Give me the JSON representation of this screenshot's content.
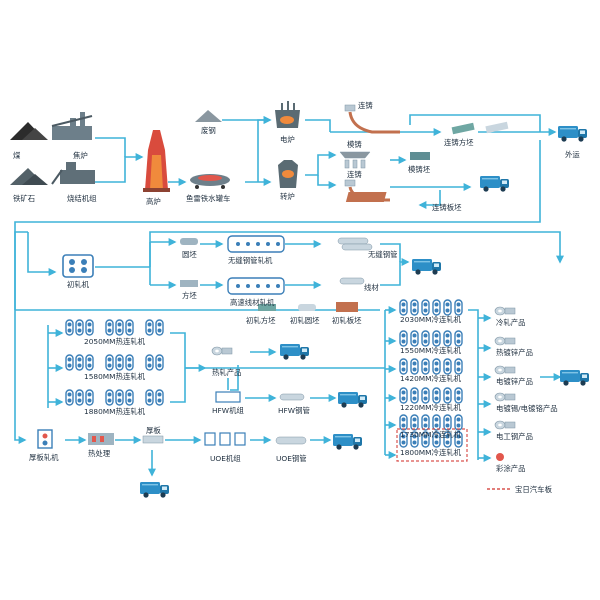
{
  "colors": {
    "flow": "#3fb3d9",
    "truck": "#2d8fc7",
    "legend_dash": "#d9534f",
    "brick": "#c2704e",
    "coal": "#333333",
    "ore": "#5a6b73",
    "furnace": "#e2574c"
  },
  "raw": {
    "coal": "煤",
    "coke_oven": "焦炉",
    "iron_ore": "铁矿石",
    "sinter": "烧结机组",
    "blast_furnace": "高炉",
    "torpedo_car": "鱼雷铁水罐车",
    "scrap": "废钢",
    "eaf": "电炉",
    "converter": "转炉",
    "cc1": "连铸",
    "cc2": "模铸",
    "cc3": "连铸",
    "square_billet": "连铸方坯",
    "mould_ingot": "模铸坯",
    "slab": "连铸板坯",
    "ship": "外运"
  },
  "roughing": {
    "mill": "初轧机",
    "round": "圆坯",
    "square": "方坯",
    "seamless_mill": "无缝钢管轧机",
    "seamless_pipe": "无缝钢管",
    "wire_mill": "高速线材轧机",
    "wire": "线材",
    "p1": "初轧方坯",
    "p2": "初轧圆坯",
    "p3": "初轧板坯"
  },
  "hot": {
    "m1": "2050MM热连轧机",
    "m2": "1580MM热连轧机",
    "m3": "1880MM热连轧机",
    "products": "热轧产品",
    "hfw_unit": "HFW机组",
    "hfw_pipe": "HFW钢管",
    "plate_mill": "厚板轧机",
    "heat": "热处理",
    "plate": "厚板",
    "uoe_unit": "UOE机组",
    "uoe_pipe": "UOE钢管"
  },
  "cold": {
    "m1": "2030MM冷连轧机",
    "m2": "1550MM冷连轧机",
    "m3": "1420MM冷连轧机",
    "m4": "1220MM冷连轧机",
    "m5": "1730MM冷连轧机",
    "m6": "1800MM冷连轧机"
  },
  "products": {
    "p1": "冷轧产品",
    "p2": "热镀锌产品",
    "p3": "电镀锌产品",
    "p4": "电镀锡/电镀铬产品",
    "p5": "电工钢产品",
    "p6": "彩涂产品"
  },
  "legend": {
    "label": "宝日汽车板"
  }
}
